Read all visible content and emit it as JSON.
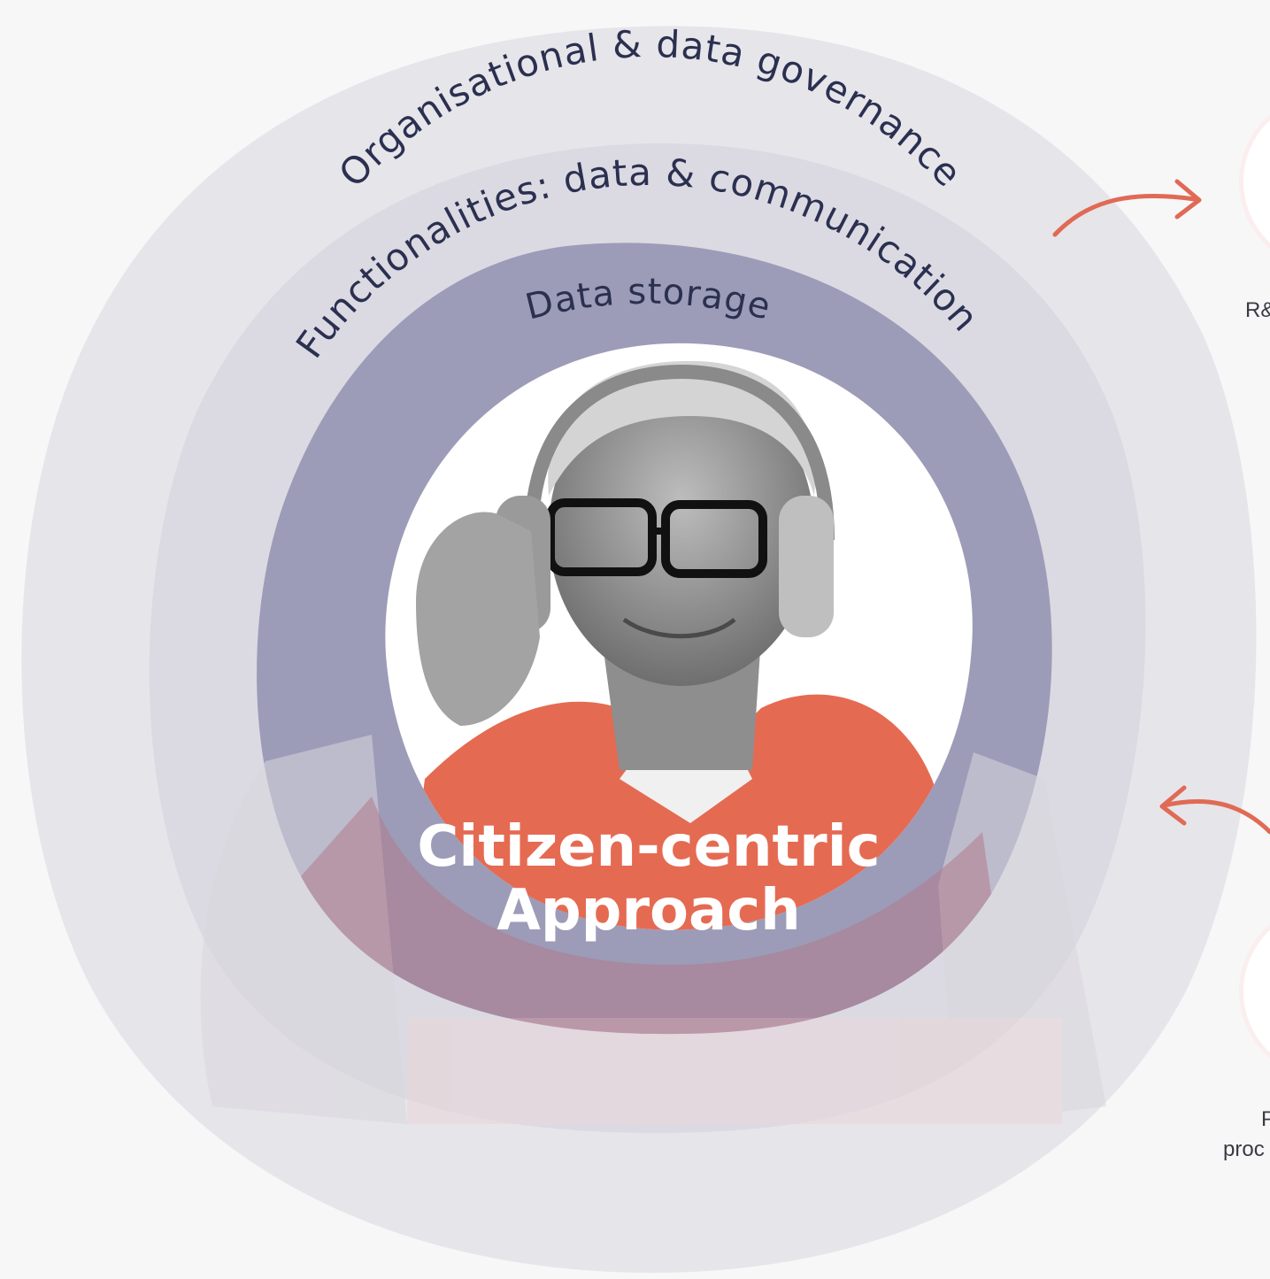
{
  "diagram": {
    "rings": [
      {
        "label": "Organisational & data governance",
        "color": "#e6e5ea"
      },
      {
        "label": "Functionalities: data & communication",
        "color": "#dcdbe4"
      },
      {
        "label": "Data storage",
        "color": "#9c9cb8"
      }
    ],
    "center": {
      "line1": "Citizen-centric",
      "line2": "Approach",
      "accent": "#e56a52"
    },
    "side_nodes": [
      {
        "label": "R&"
      },
      {
        "line1": "P",
        "line2": "proc"
      }
    ],
    "arrow_color": "#e06a55"
  }
}
